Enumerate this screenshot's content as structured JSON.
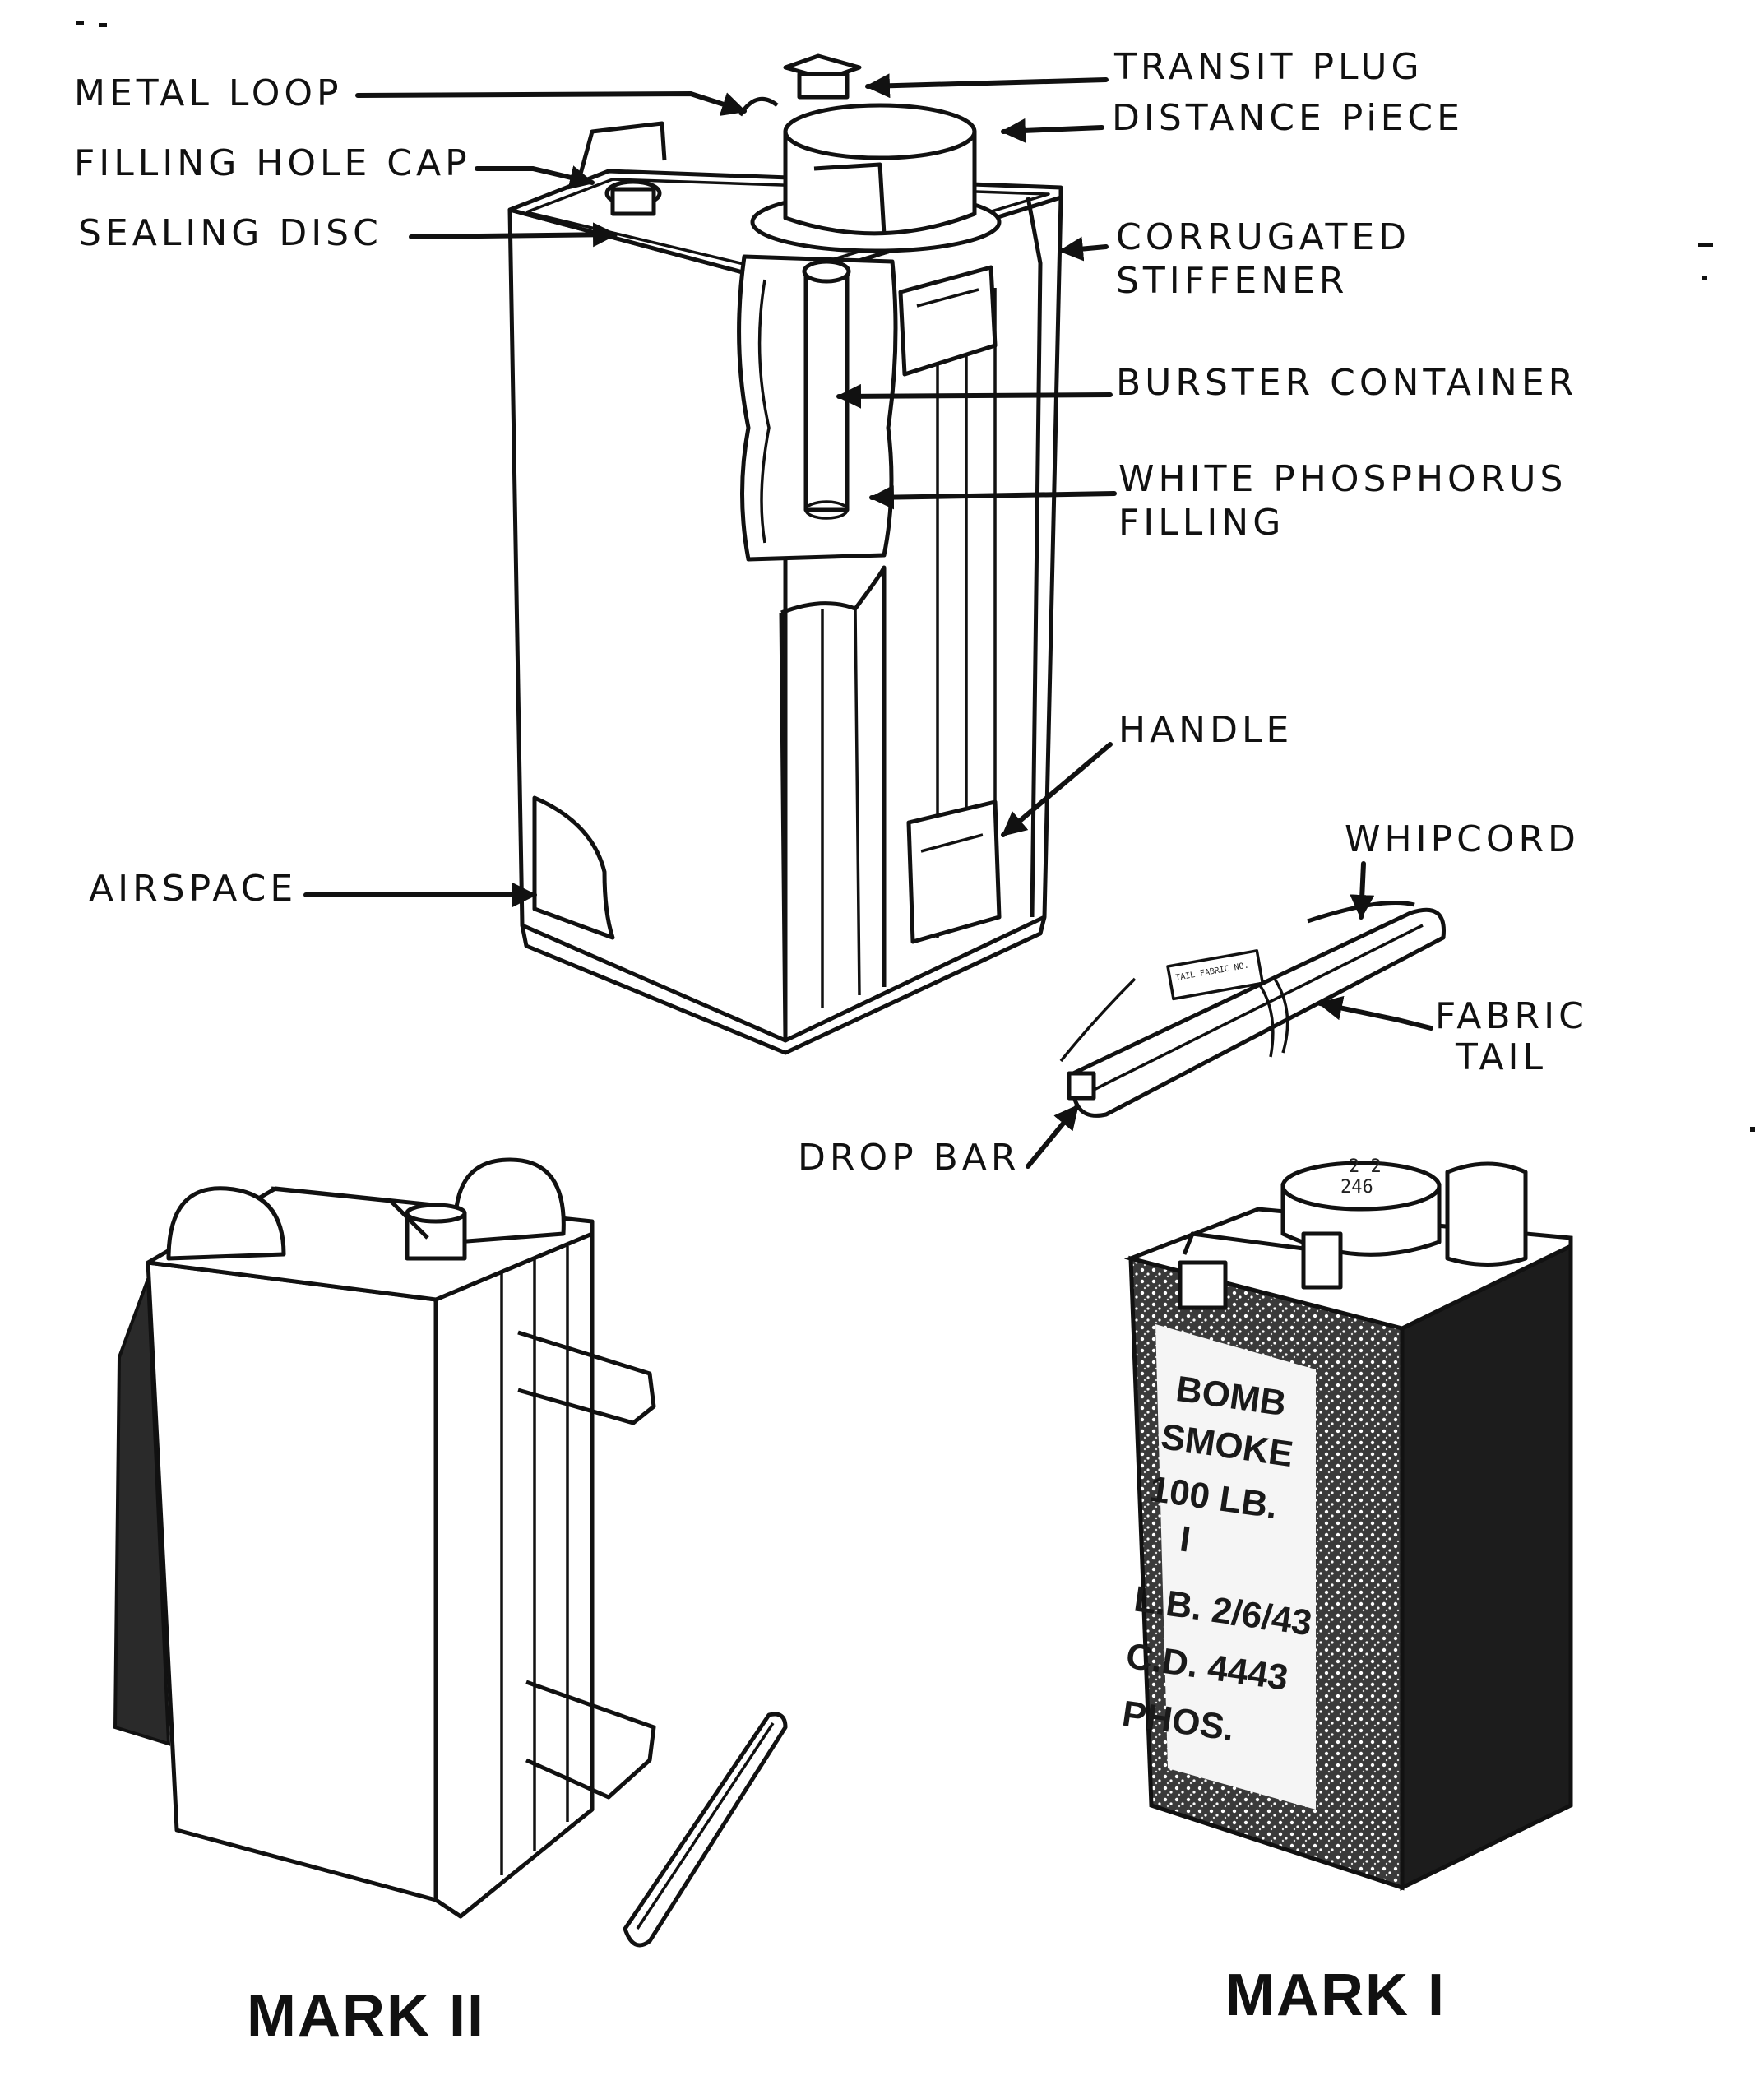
{
  "labels": {
    "metal_loop": "METAL LOOP",
    "filling_hole_cap": "FILLING HOLE CAP",
    "sealing_disc": "SEALING DISC",
    "transit_plug": "TRANSIT PLUG",
    "distance_piece": "DISTANCE PiECE",
    "corrugated_1": "CORRUGATED",
    "corrugated_2": "STIFFENER",
    "burster_container": "BURSTER CONTAINER",
    "phosphorus_1": "WHITE PHOSPHORUS",
    "phosphorus_2": "FILLING",
    "handle": "HANDLE",
    "airspace": "AIRSPACE",
    "whipcord": "WHIPCORD",
    "fabric_1": "FABRIC",
    "fabric_2": "TAIL",
    "drop_bar": "DROP BAR"
  },
  "captions": {
    "mark_ii": "MARK II",
    "mark_i": "MARK I"
  },
  "mark_i_stencil": {
    "line1": "BOMB",
    "line2": "SMOKE",
    "line3": "100 LB.",
    "line4": "I",
    "line5": "L.B. 2/6/43",
    "line6": "C.D. 4443",
    "line7": "PHOS."
  },
  "mark_i_lid": {
    "line1": "2 2",
    "line2": "246"
  }
}
